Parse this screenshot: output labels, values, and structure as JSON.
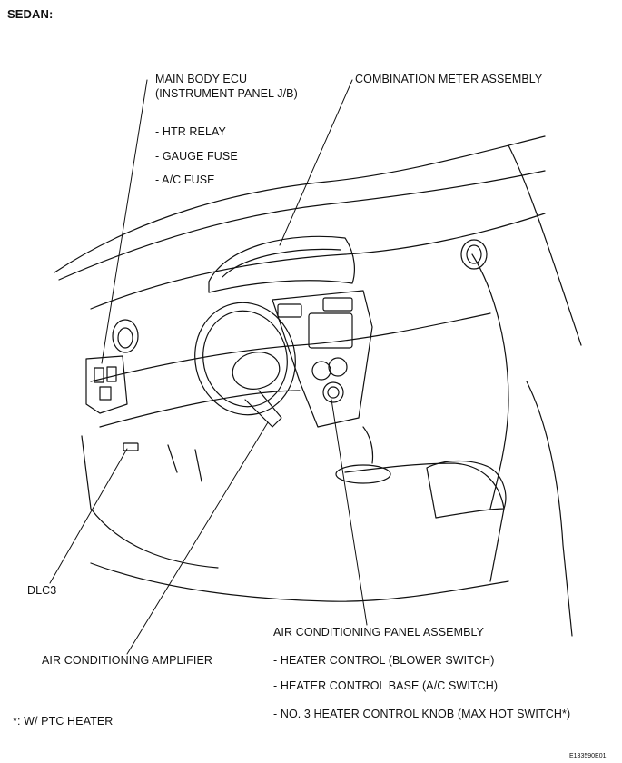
{
  "heading": "SEDAN:",
  "callouts": {
    "main_body_ecu": {
      "title_line1": "MAIN BODY ECU",
      "title_line2": "(INSTRUMENT PANEL J/B)",
      "items": [
        "- HTR RELAY",
        "- GAUGE FUSE",
        "- A/C FUSE"
      ]
    },
    "combination_meter": "COMBINATION METER ASSEMBLY",
    "dlc3": "DLC3",
    "air_conditioning_amplifier": "AIR CONDITIONING AMPLIFIER",
    "air_conditioning_panel": {
      "title": "AIR CONDITIONING PANEL ASSEMBLY",
      "items": [
        "- HEATER CONTROL (BLOWER SWITCH)",
        "- HEATER CONTROL BASE (A/C SWITCH)",
        "- NO. 3 HEATER CONTROL KNOB (MAX HOT SWITCH*)"
      ]
    }
  },
  "footnote": "*: W/ PTC HEATER",
  "figure_code": "E133590E01",
  "colors": {
    "ink": "#111111",
    "background": "#ffffff"
  }
}
